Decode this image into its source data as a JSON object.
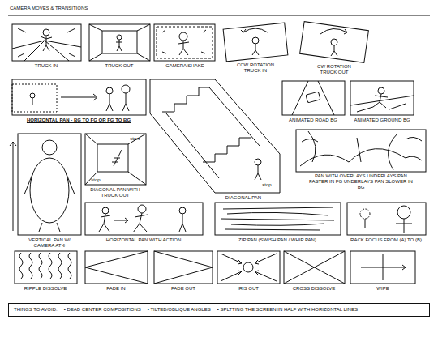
{
  "diagram": {
    "title": "CAMERA MOVES & TRANSITIONS",
    "nodes": [
      {
        "text": [
          "THINGS TO AVOID:",
          "• DEAD CENTER COMPOSITIONS",
          "• TILTED/OBLIQUE ANGLES",
          "• SPLTTING THE SCREEN IN HALF WITH HORIZONTAL LINES"
        ]
      }
    ],
    "labels": [
      "TRUCK IN",
      "TRUCK OUT",
      "CAMERA SHAKE",
      "CCW ROTATION TRUCK IN",
      "CW ROTATION TRUCK OUT",
      "HORIZONTAL PAN - BG TO FG OR FG TO BG",
      "ANIMATED ROAD BG",
      "ANIMATED GROUND BG",
      "start",
      "stop",
      "DIAGONAL PAN WITH TRUCK OUT",
      "stop",
      "DIAGONAL PAN",
      "PAN WITH OVERLAYS UNDERLAYS PAN FASTER IN FG UNDERLAYS PAN SLOWER IN BG",
      "VERTICAL PAN W/ CAMERA AT ¢",
      "HORIZONTAL PAN WITH ACTION",
      "ZIP PAN (SWISH PAN / WHIP PAN)",
      "RACK FOCUS FROM (A) TO (B)",
      "RIPPLE DISSOLVE",
      "FADE IN",
      "FADE OUT",
      "IRIS OUT",
      "CROSS DISSOLVE",
      "WIPE"
    ]
  }
}
